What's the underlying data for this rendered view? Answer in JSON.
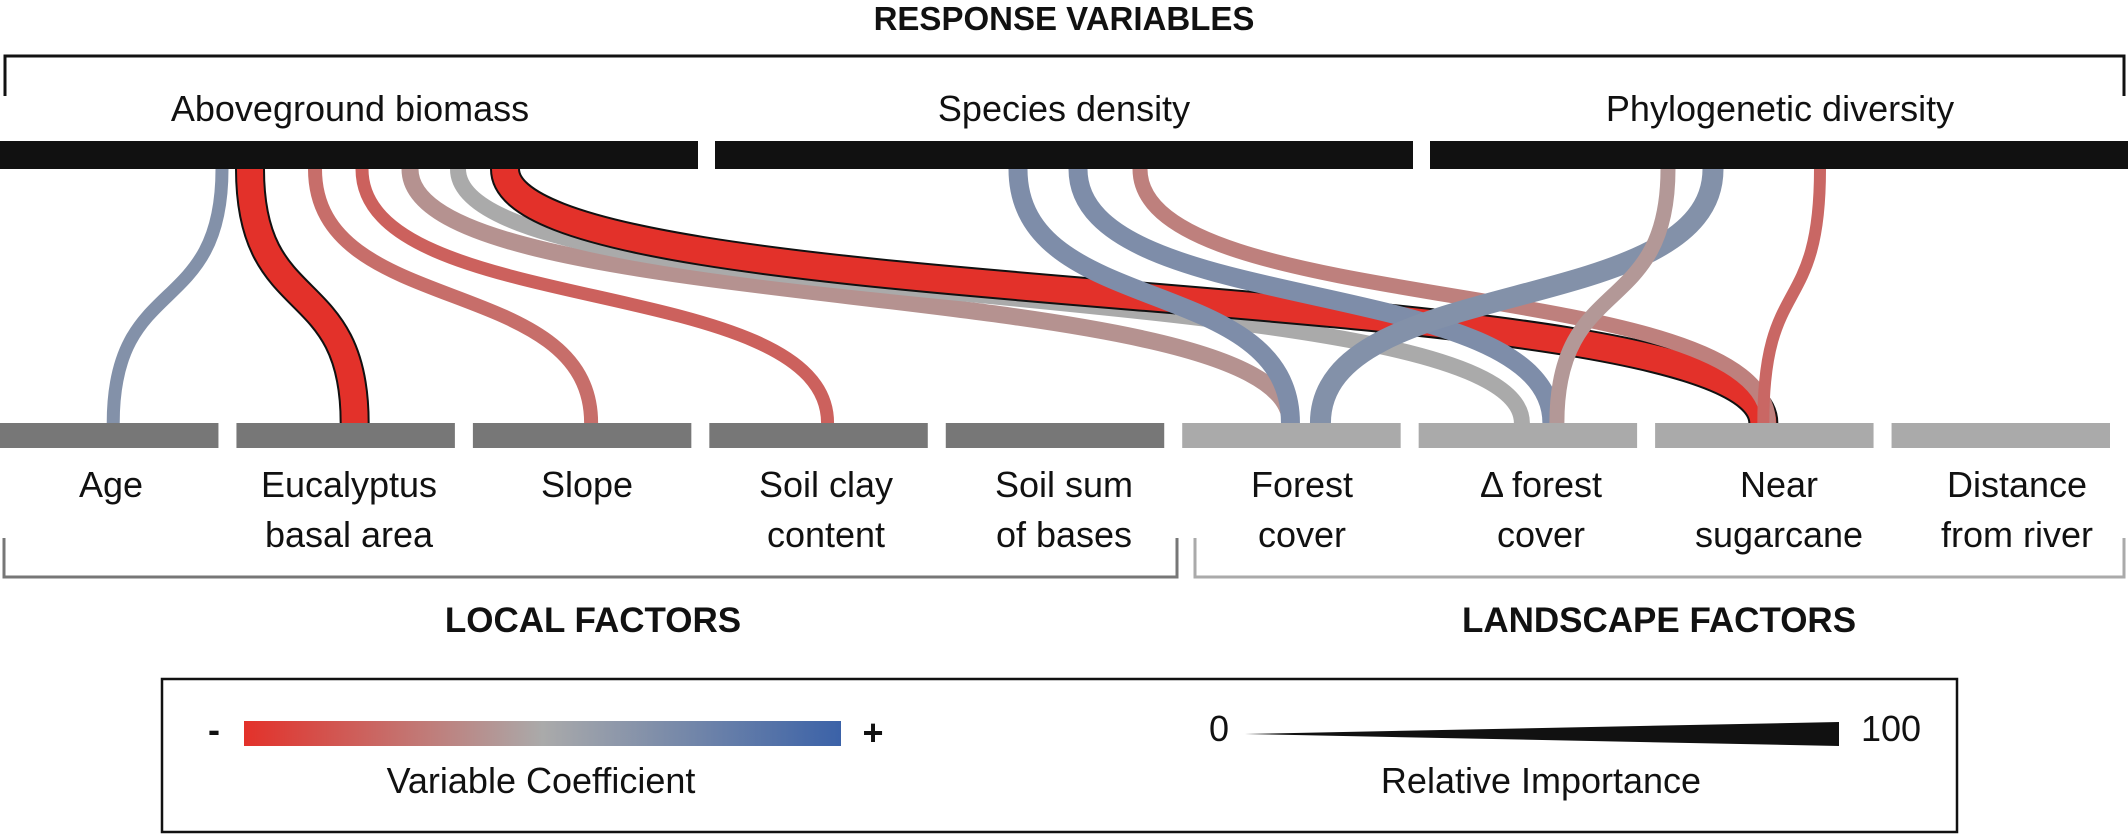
{
  "title": "RESPONSE VARIABLES",
  "responses": [
    {
      "id": "biomass",
      "label": "Aboveground biomass"
    },
    {
      "id": "density",
      "label": "Species density"
    },
    {
      "id": "phylo",
      "label": "Phylogenetic diversity"
    }
  ],
  "predictors": [
    {
      "id": "age",
      "lines": [
        "Age"
      ],
      "group": "local"
    },
    {
      "id": "eucalyptus",
      "lines": [
        "Eucalyptus",
        "basal area"
      ],
      "group": "local"
    },
    {
      "id": "slope",
      "lines": [
        "Slope"
      ],
      "group": "local"
    },
    {
      "id": "clay",
      "lines": [
        "Soil clay",
        "content"
      ],
      "group": "local"
    },
    {
      "id": "bases",
      "lines": [
        "Soil sum",
        "of bases"
      ],
      "group": "local"
    },
    {
      "id": "forest",
      "lines": [
        "Forest",
        "cover"
      ],
      "group": "landscape"
    },
    {
      "id": "dforest",
      "lines": [
        "Δ forest",
        "cover"
      ],
      "group": "landscape"
    },
    {
      "id": "sugarcane",
      "lines": [
        "Near",
        "sugarcane"
      ],
      "group": "landscape"
    },
    {
      "id": "river",
      "lines": [
        "Distance",
        "from river"
      ],
      "group": "landscape"
    }
  ],
  "groups": {
    "local": {
      "label": "LOCAL FACTORS",
      "bar_color": "#777777",
      "bracket_color": "#777777"
    },
    "landscape": {
      "label": "LANDSCAPE FACTORS",
      "bar_color": "#aaaaaa",
      "bracket_color": "#aaaaaa"
    }
  },
  "links": [
    {
      "from": "biomass",
      "to": "age",
      "coefficient": 0.35,
      "importance": 14
    },
    {
      "from": "biomass",
      "to": "eucalyptus",
      "coefficient": -1.0,
      "importance": 40
    },
    {
      "from": "biomass",
      "to": "slope",
      "coefficient": -0.5,
      "importance": 16
    },
    {
      "from": "biomass",
      "to": "clay",
      "coefficient": -0.6,
      "importance": 14
    },
    {
      "from": "biomass",
      "to": "forest",
      "coefficient": -0.2,
      "importance": 22
    },
    {
      "from": "biomass",
      "to": "dforest",
      "coefficient": 0.0,
      "importance": 20
    },
    {
      "from": "biomass",
      "to": "sugarcane",
      "coefficient": -1.0,
      "importance": 40
    },
    {
      "from": "density",
      "to": "forest",
      "coefficient": 0.4,
      "importance": 26
    },
    {
      "from": "density",
      "to": "dforest",
      "coefficient": 0.4,
      "importance": 26
    },
    {
      "from": "density",
      "to": "sugarcane",
      "coefficient": -0.35,
      "importance": 18
    },
    {
      "from": "phylo",
      "to": "forest",
      "coefficient": 0.35,
      "importance": 30
    },
    {
      "from": "phylo",
      "to": "dforest",
      "coefficient": -0.15,
      "importance": 18
    },
    {
      "from": "phylo",
      "to": "sugarcane",
      "coefficient": -0.55,
      "importance": 12
    }
  ],
  "legend": {
    "coefficient": {
      "label": "Variable Coefficient",
      "min_label": "-",
      "max_label": "+",
      "colors": [
        "#e3312a",
        "#aaaaaa",
        "#3b62a8"
      ]
    },
    "importance": {
      "label": "Relative Importance",
      "min_label": "0",
      "max_label": "100",
      "color": "#111111"
    }
  }
}
